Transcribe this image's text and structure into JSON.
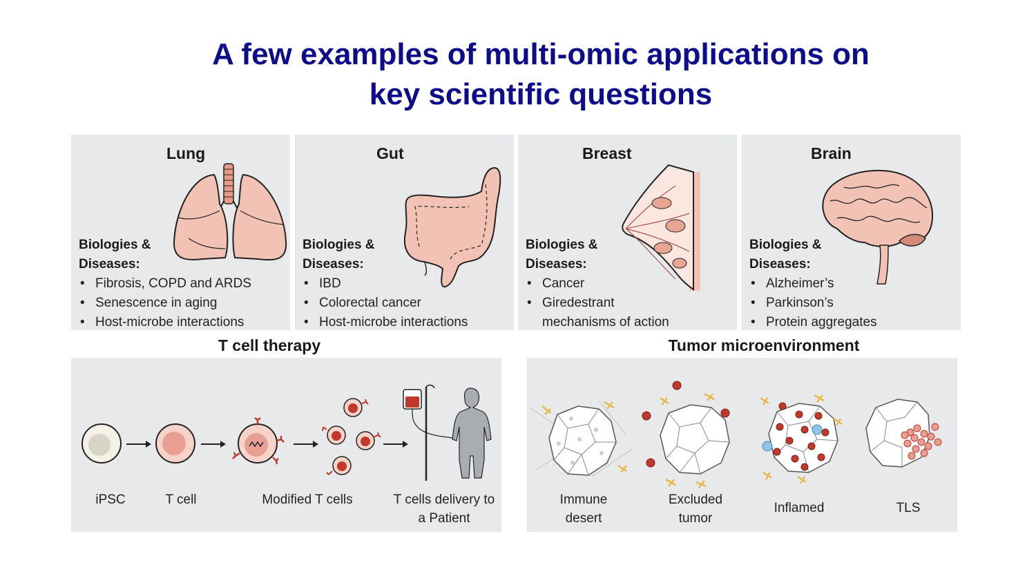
{
  "title": {
    "line1": "A few examples of multi-omic applications on",
    "line2": "key scientific questions"
  },
  "organs": [
    {
      "name": "Lung",
      "icon": "lungs-icon",
      "biologies_label": "Biologies & Diseases:",
      "items": [
        "Fibrosis, COPD and ARDS",
        "Senescence in aging",
        "Host-microbe interactions"
      ]
    },
    {
      "name": "Gut",
      "icon": "colon-icon",
      "biologies_label": "Biologies & Diseases:",
      "items": [
        "IBD",
        "Colorectal cancer",
        "Host-microbe interactions"
      ]
    },
    {
      "name": "Breast",
      "icon": "breast-icon",
      "biologies_label": "Biologies & Diseases:",
      "items": [
        "Cancer",
        "Giredestrant mechanisms of action"
      ]
    },
    {
      "name": "Brain",
      "icon": "brain-icon",
      "biologies_label": "Biologies & Diseases:",
      "items": [
        "Alzheimer’s",
        "Parkinson’s",
        "Protein aggregates"
      ]
    }
  ],
  "t_cell_therapy": {
    "title": "T cell therapy",
    "steps": [
      "iPSC",
      "T cell",
      "Modified T cells",
      "T cells delivery to a Patient"
    ]
  },
  "tumor_microenvironment": {
    "title": "Tumor microenvironment",
    "types": [
      "Immune desert",
      "Excluded tumor",
      "Inflamed",
      "TLS"
    ]
  },
  "colors": {
    "title": "#0d0d8c",
    "panel_bg": "#e8e9eb",
    "organ_fill": "#f2c3b4",
    "cell_red": "#c0392b",
    "fibroblast": "#e8b84a",
    "immune_blue": "#8fc6e8"
  }
}
